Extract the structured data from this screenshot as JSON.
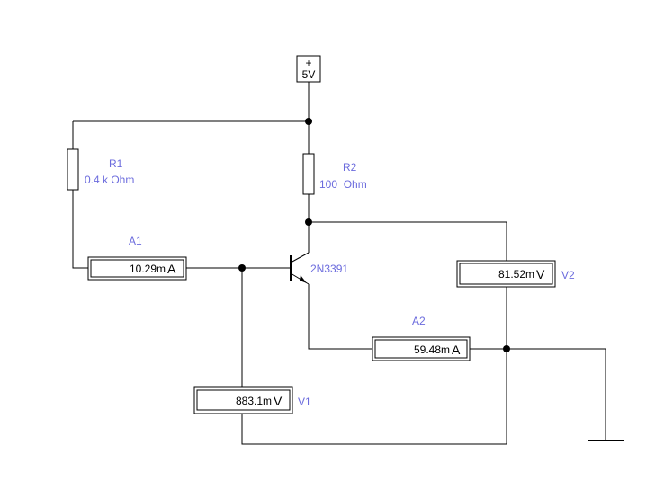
{
  "colors": {
    "label": "#6b6bdd",
    "wire": "#000000",
    "background": "#ffffff"
  },
  "source": {
    "polarity": "+",
    "value": "5V"
  },
  "resistors": {
    "r1": {
      "name": "R1",
      "value": "0.4 k Ohm"
    },
    "r2": {
      "name": "R2",
      "value": "100  Ohm"
    }
  },
  "transistor": {
    "model": "2N3391"
  },
  "meters": {
    "a1": {
      "name": "A1",
      "reading": "10.29m",
      "unit": "A"
    },
    "a2": {
      "name": "A2",
      "reading": "59.48m",
      "unit": "A"
    },
    "v1": {
      "name": "V1",
      "reading": "883.1m",
      "unit": "V"
    },
    "v2": {
      "name": "V2",
      "reading": "81.52m",
      "unit": "V"
    }
  },
  "icons": {
    "ground": "ground-icon",
    "transistor": "npn-transistor-icon"
  }
}
